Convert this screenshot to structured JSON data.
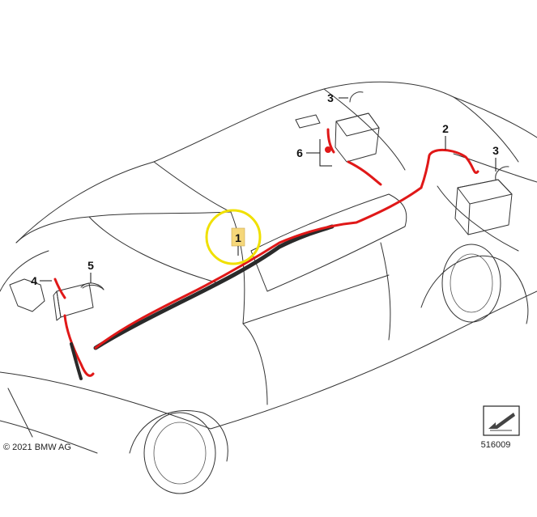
{
  "callouts": {
    "c1": "1",
    "c2": "2",
    "c3a": "3",
    "c3b": "3",
    "c4": "4",
    "c5": "5",
    "c6": "6"
  },
  "footer": {
    "copyright": "© 2021 BMW AG",
    "figure_id": "516009"
  },
  "colors": {
    "highlight_ring": "#f0e000",
    "highlight_box": "#f5d77a",
    "cable": "#e01818",
    "harness": "#2a2a2a"
  },
  "icons": {
    "orientation": "arrow-indicator-icon"
  }
}
